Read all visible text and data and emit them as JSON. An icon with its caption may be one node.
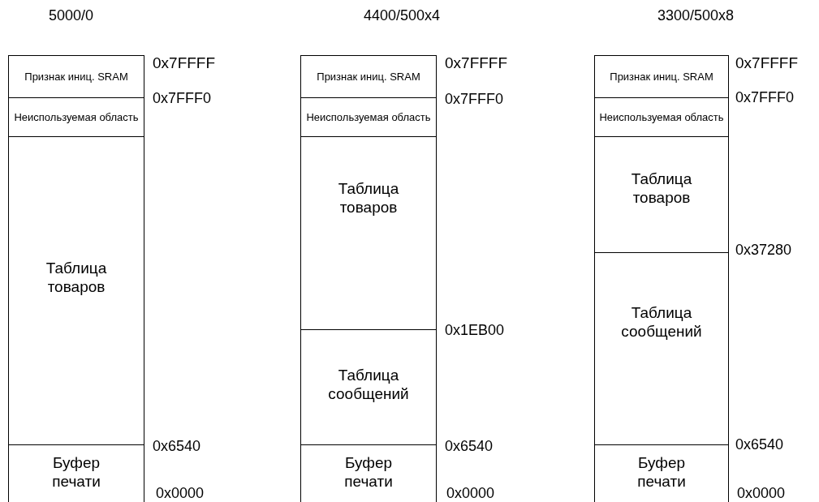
{
  "diagram": {
    "nodes": [
      {
        "text": [
          "Признак иниц. SRAM"
        ]
      },
      {
        "text": [
          "Неиспользуемая область"
        ]
      },
      {
        "text": [
          "Таблица товаров"
        ]
      },
      {
        "text": [
          "Буфер печати"
        ]
      },
      {
        "text": [
          "Признак иниц. SRAM"
        ]
      },
      {
        "text": [
          "Неиспользуемая область"
        ]
      },
      {
        "text": [
          "Таблица товаров"
        ]
      },
      {
        "text": [
          "Таблица сообщений"
        ]
      },
      {
        "text": [
          "Буфер печати"
        ]
      },
      {
        "text": [
          "Признак иниц. SRAM"
        ]
      },
      {
        "text": [
          "Неиспользуемая область"
        ]
      },
      {
        "text": [
          "Таблица товаров"
        ]
      },
      {
        "text": [
          "Таблица сообщений"
        ]
      },
      {
        "text": [
          "Буфер печати"
        ]
      }
    ],
    "labels": [
      "5000/0",
      "4400/500x4",
      "3300/500x8",
      "0x7FFFF",
      "0x7FFF0",
      "0x6540",
      "0x0000",
      "0x7FFFF",
      "0x7FFF0",
      "0x1EB00",
      "0x6540",
      "0x0000",
      "0x7FFFF",
      "0x7FFF0",
      "0x37280",
      "0x6540",
      "0x0000"
    ]
  }
}
